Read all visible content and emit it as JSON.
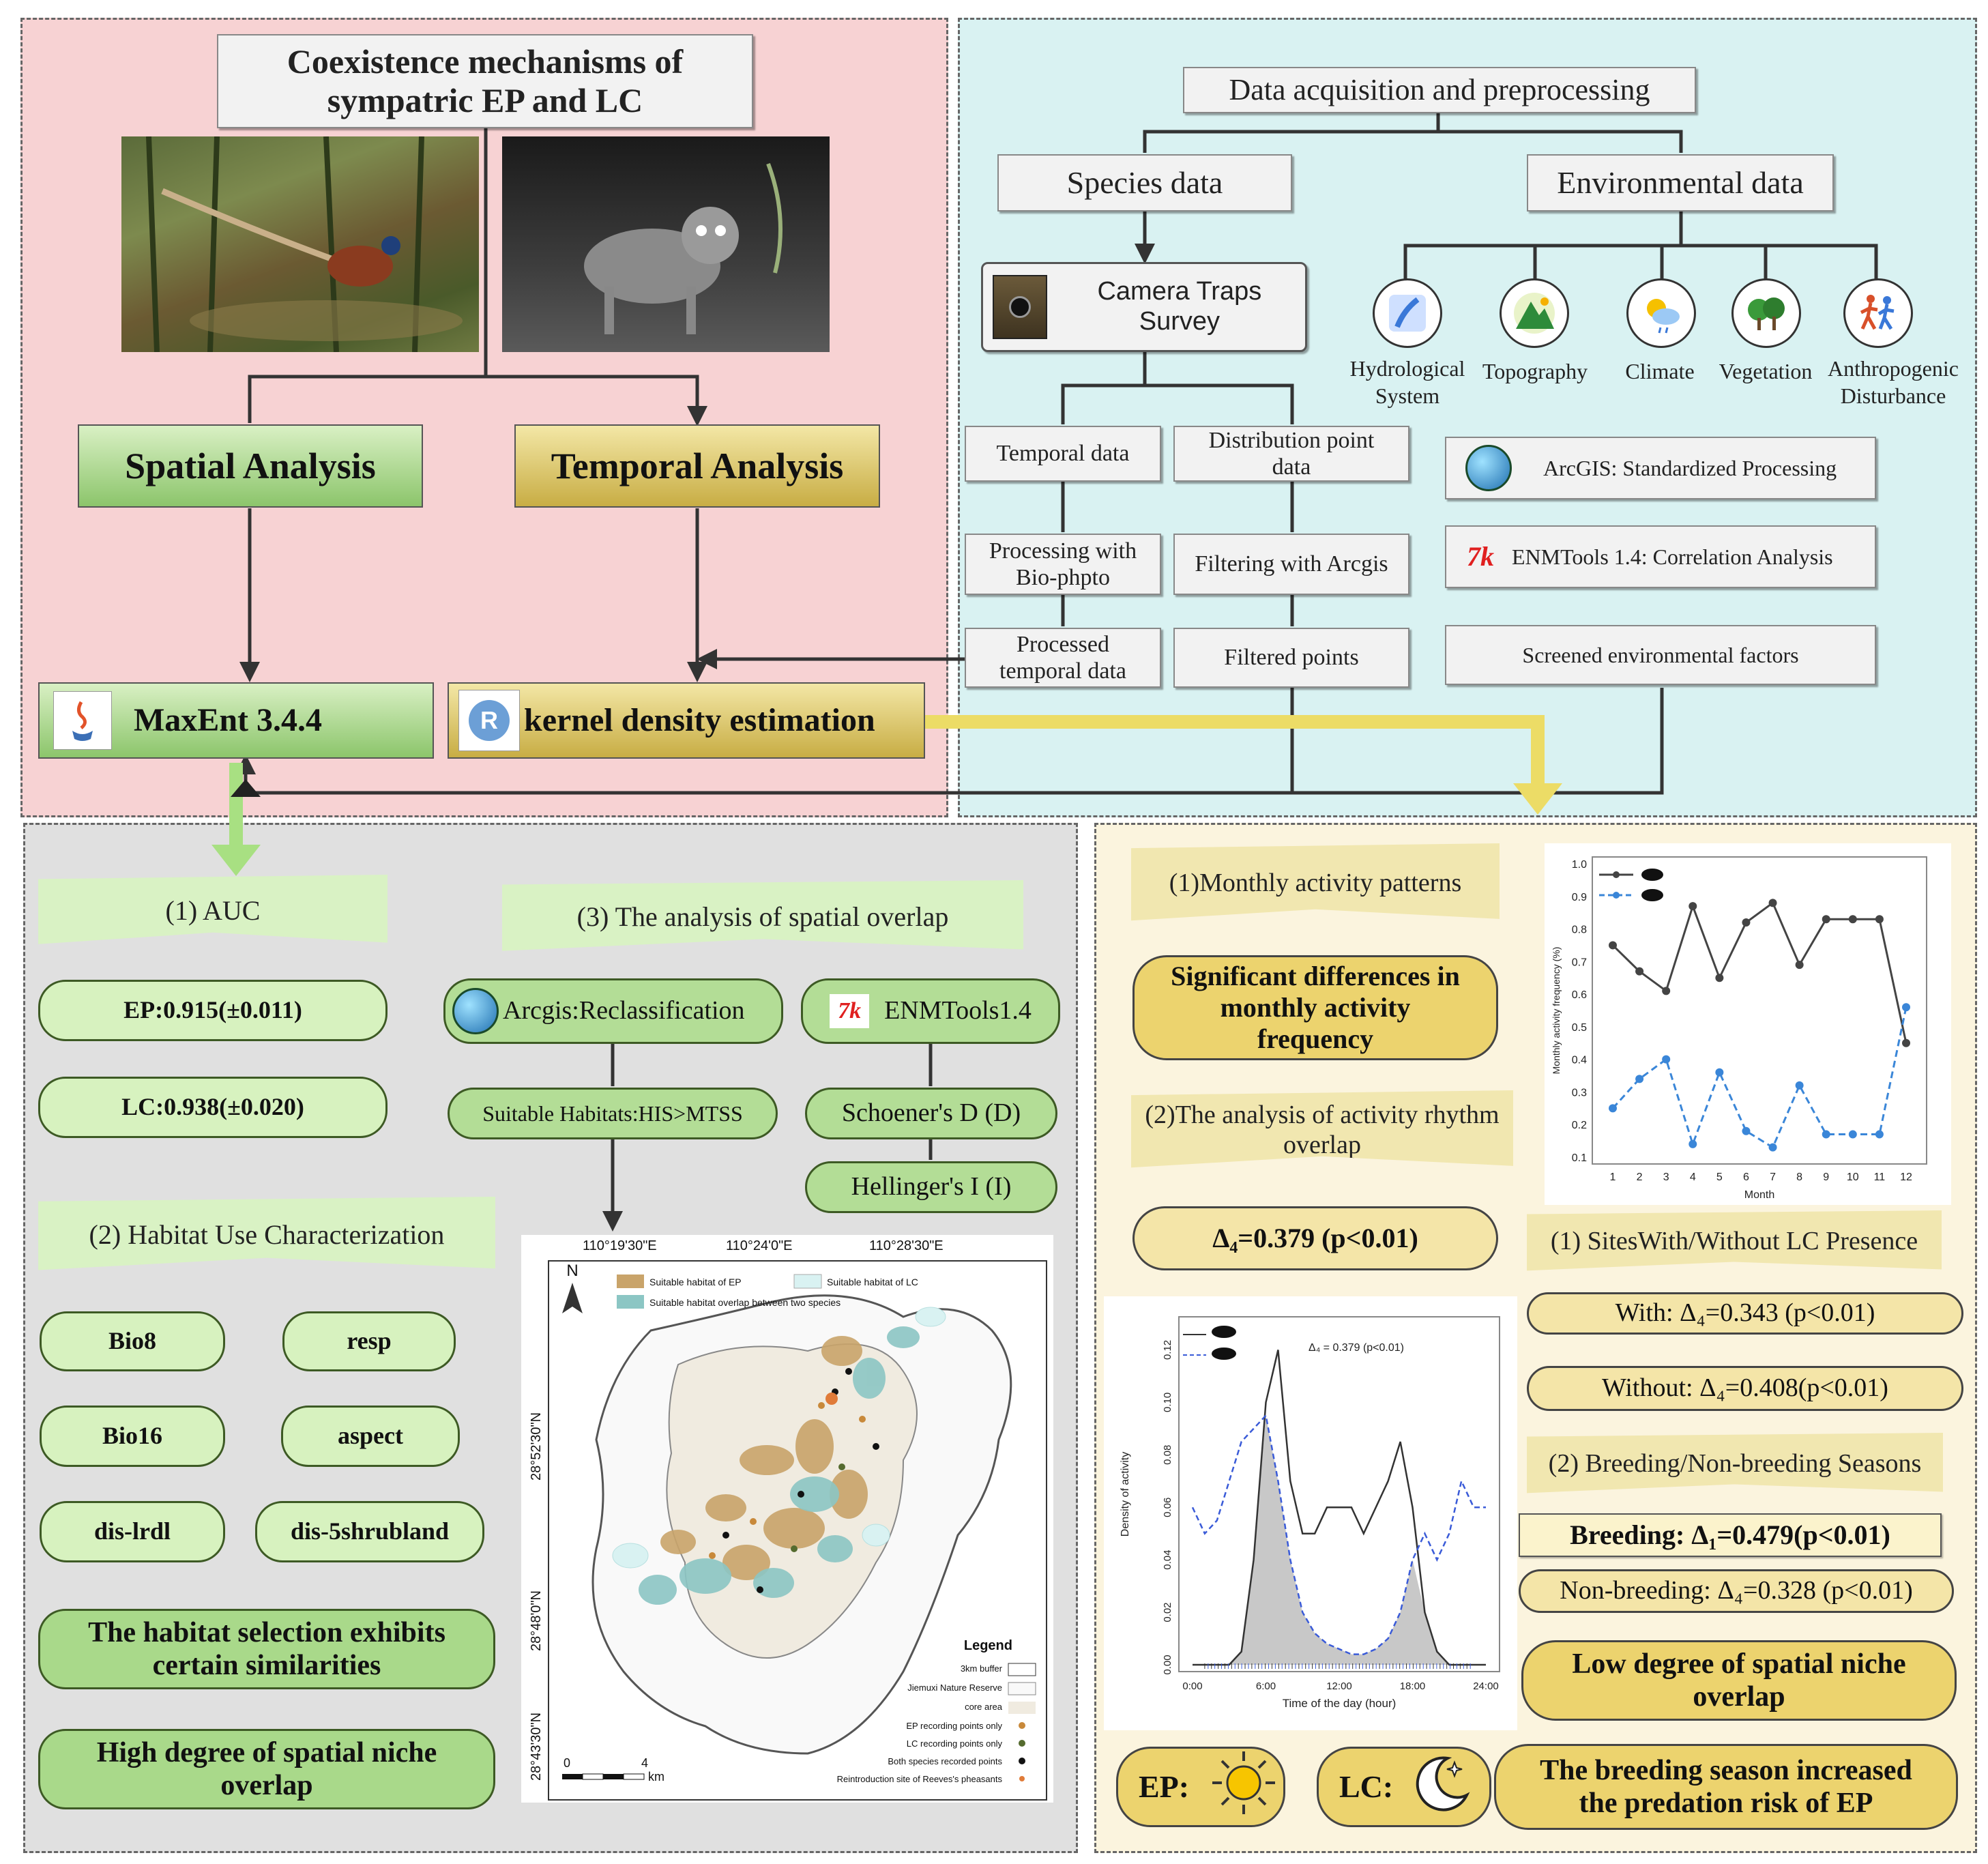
{
  "title": {
    "line1": "Coexistence mechanisms of",
    "line2": "sympatric EP and LC"
  },
  "spatial_analysis": "Spatial Analysis",
  "temporal_analysis": "Temporal Analysis",
  "maxent": "MaxEnt 3.4.4",
  "kde": "kernel density estimation",
  "r_logo": "R",
  "data_acq": "Data acquisition and preprocessing",
  "species_data": "Species data",
  "env_data": "Environmental data",
  "camera": "Camera Traps Survey",
  "env_factors": [
    "Hydrological System",
    "Topography",
    "Climate",
    "Vegetation",
    "Anthropogenic Disturbance"
  ],
  "temporal_data": "Temporal data",
  "distribution_data": "Distribution point data",
  "processing_bio": "Processing with Bio-phpto",
  "filtering": "Filtering with Arcgis",
  "processed_temporal": "Processed temporal data",
  "filtered_points": "Filtered points",
  "arcgis_std": "ArcGIS: Standardized Processing",
  "enmtools_corr": "ENMTools 1.4: Correlation Analysis",
  "screened": "Screened environmental factors",
  "auc": {
    "title": "(1) AUC",
    "ep": "EP:0.915(±0.011)",
    "lc": "LC:0.938(±0.020)"
  },
  "habitat": {
    "title": "(2) Habitat Use Characterization",
    "vars": [
      "Bio8",
      "resp",
      "Bio16",
      "aspect",
      "dis-lrdl",
      "dis-5shrubland"
    ],
    "conclusion1": "The habitat selection exhibits certain similarities",
    "conclusion2": "High degree of spatial niche overlap"
  },
  "overlap": {
    "title": "(3) The analysis of spatial overlap",
    "arcgis": "Arcgis:Reclassification",
    "enm": "ENMTools1.4",
    "suitable": "Suitable Habitats:HIS>MTSS",
    "schoener": "Schoener's D (D)",
    "hellinger": "Hellinger's I (I)"
  },
  "map": {
    "ticks_top": [
      "110°19'30\"E",
      "110°24'0\"E",
      "110°28'30\"E"
    ],
    "ticks_left": [
      "28°52'30\"N",
      "28°48'0\"N",
      "28°43'30\"N"
    ],
    "north": "N",
    "legend_top": [
      "Suitable habitat of EP",
      "Suitable habitat of LC",
      "Suitable habitat overlap between two species"
    ],
    "legend_title": "Legend",
    "legend_items": [
      "3km buffer",
      "Jiemuxi Nature Reserve",
      "core area",
      "EP recording points only",
      "LC recording points only",
      "Both species recorded points",
      "Reintroduction site of Reeves's pheasants"
    ],
    "scale_0": "0",
    "scale_4": "4",
    "scale_km": "km",
    "colors": {
      "ep": "#c9a46a",
      "lc": "#d9f2f2",
      "overlap": "#8cc6c4",
      "ep_pt": "#c8893a",
      "lc_pt": "#556b2f",
      "both_pt": "#111111",
      "reintro": "#e07b39"
    }
  },
  "monthly": {
    "title": "(1)Monthly activity patterns",
    "result": "Significant differences in monthly activity frequency"
  },
  "rhythm": {
    "title": "(2)The analysis of activity rhythm overlap",
    "result": "Δ₄=0.379 (p<0.01)"
  },
  "sites": {
    "title": "(1) SitesWith/Without LC Presence",
    "with": "With: Δ₄=0.343 (p<0.01)",
    "without": "Without: Δ₄=0.408(p<0.01)"
  },
  "seasons": {
    "title": "(2) Breeding/Non-breeding Seasons",
    "breeding": "Breeding: Δ₁=0.479(p<0.01)",
    "nonbreeding": "Non-breeding: Δ₄=0.328 (p<0.01)"
  },
  "low_overlap": "Low degree of spatial niche overlap",
  "ep_label": "EP:",
  "lc_label": "LC:",
  "predation": "The breeding season increased the predation risk of EP",
  "chart_data": [
    {
      "type": "line",
      "title": "",
      "xlabel": "Month",
      "ylabel": "Monthly activity frequency (%)",
      "categories": [
        1,
        2,
        3,
        4,
        5,
        6,
        7,
        8,
        9,
        10,
        11,
        12
      ],
      "ylim": [
        0.1,
        1.0
      ],
      "yticks": [
        "0.1",
        "0.2",
        "0.3",
        "0.4",
        "0.5",
        "0.6",
        "0.7",
        "0.8",
        "0.9",
        "1.0"
      ],
      "series": [
        {
          "values": [
            0.75,
            0.67,
            0.61,
            0.87,
            0.65,
            0.82,
            0.88,
            0.69,
            0.83,
            0.83,
            0.83,
            0.45
          ],
          "color": "#444444",
          "style": "solid"
        },
        {
          "values": [
            0.25,
            0.34,
            0.4,
            0.14,
            0.36,
            0.18,
            0.13,
            0.32,
            0.17,
            0.17,
            0.17,
            0.56
          ],
          "color": "#3a86d8",
          "style": "dashed"
        }
      ],
      "legend": "top-left"
    },
    {
      "type": "line",
      "title": "Δ₄ = 0.379 (p<0.01)",
      "xlabel": "Time of the day (hour)",
      "ylabel": "Density of activity",
      "xlim": [
        0,
        24
      ],
      "ylim": [
        0,
        0.13
      ],
      "xticks": [
        "0:00",
        "6:00",
        "12:00",
        "18:00",
        "24:00"
      ],
      "yticks": [
        "0.00",
        "0.02",
        "0.04",
        "0.06",
        "0.08",
        "0.10",
        "0.12"
      ],
      "x": [
        0,
        1,
        2,
        3,
        4,
        5,
        6,
        7,
        8,
        9,
        10,
        11,
        12,
        13,
        14,
        15,
        16,
        17,
        18,
        19,
        20,
        21,
        22,
        23,
        24
      ],
      "series": [
        {
          "values": [
            0,
            0,
            0,
            0,
            0.005,
            0.04,
            0.1,
            0.12,
            0.07,
            0.05,
            0.05,
            0.06,
            0.06,
            0.06,
            0.05,
            0.06,
            0.07,
            0.085,
            0.06,
            0.02,
            0.005,
            0,
            0,
            0,
            0
          ],
          "color": "#333333",
          "style": "solid"
        },
        {
          "values": [
            0.06,
            0.05,
            0.055,
            0.07,
            0.085,
            0.09,
            0.095,
            0.07,
            0.04,
            0.02,
            0.012,
            0.008,
            0.006,
            0.004,
            0.004,
            0.006,
            0.01,
            0.02,
            0.04,
            0.05,
            0.04,
            0.05,
            0.07,
            0.06,
            0.06
          ],
          "color": "#3a5bd8",
          "style": "dashed"
        }
      ],
      "legend": "top-left"
    }
  ]
}
